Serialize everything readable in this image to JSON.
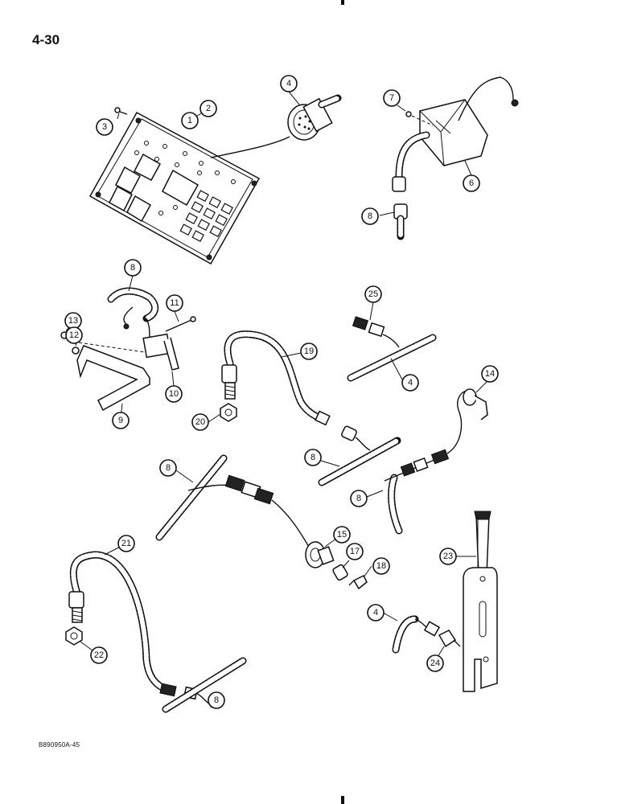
{
  "page": {
    "number": "4-30",
    "figure_code": "B890950A-45"
  },
  "callouts": [
    {
      "id": "c1",
      "label": "1"
    },
    {
      "id": "c2",
      "label": "2"
    },
    {
      "id": "c3",
      "label": "3"
    },
    {
      "id": "c4a",
      "label": "4"
    },
    {
      "id": "c7",
      "label": "7"
    },
    {
      "id": "c6",
      "label": "6"
    },
    {
      "id": "c8a",
      "label": "8"
    },
    {
      "id": "c8b",
      "label": "8"
    },
    {
      "id": "c11",
      "label": "11"
    },
    {
      "id": "c13",
      "label": "13"
    },
    {
      "id": "c12",
      "label": "12"
    },
    {
      "id": "c10",
      "label": "10"
    },
    {
      "id": "c9",
      "label": "9"
    },
    {
      "id": "c25",
      "label": "25"
    },
    {
      "id": "c19",
      "label": "19"
    },
    {
      "id": "c4b",
      "label": "4"
    },
    {
      "id": "c14",
      "label": "14"
    },
    {
      "id": "c20",
      "label": "20"
    },
    {
      "id": "c8c",
      "label": "8"
    },
    {
      "id": "c8d",
      "label": "8"
    },
    {
      "id": "c8e",
      "label": "8"
    },
    {
      "id": "c15",
      "label": "15"
    },
    {
      "id": "c17",
      "label": "17"
    },
    {
      "id": "c18",
      "label": "18"
    },
    {
      "id": "c21",
      "label": "21"
    },
    {
      "id": "c23",
      "label": "23"
    },
    {
      "id": "c4c",
      "label": "4"
    },
    {
      "id": "c22",
      "label": "22"
    },
    {
      "id": "c24",
      "label": "24"
    },
    {
      "id": "c8f",
      "label": "8"
    }
  ]
}
